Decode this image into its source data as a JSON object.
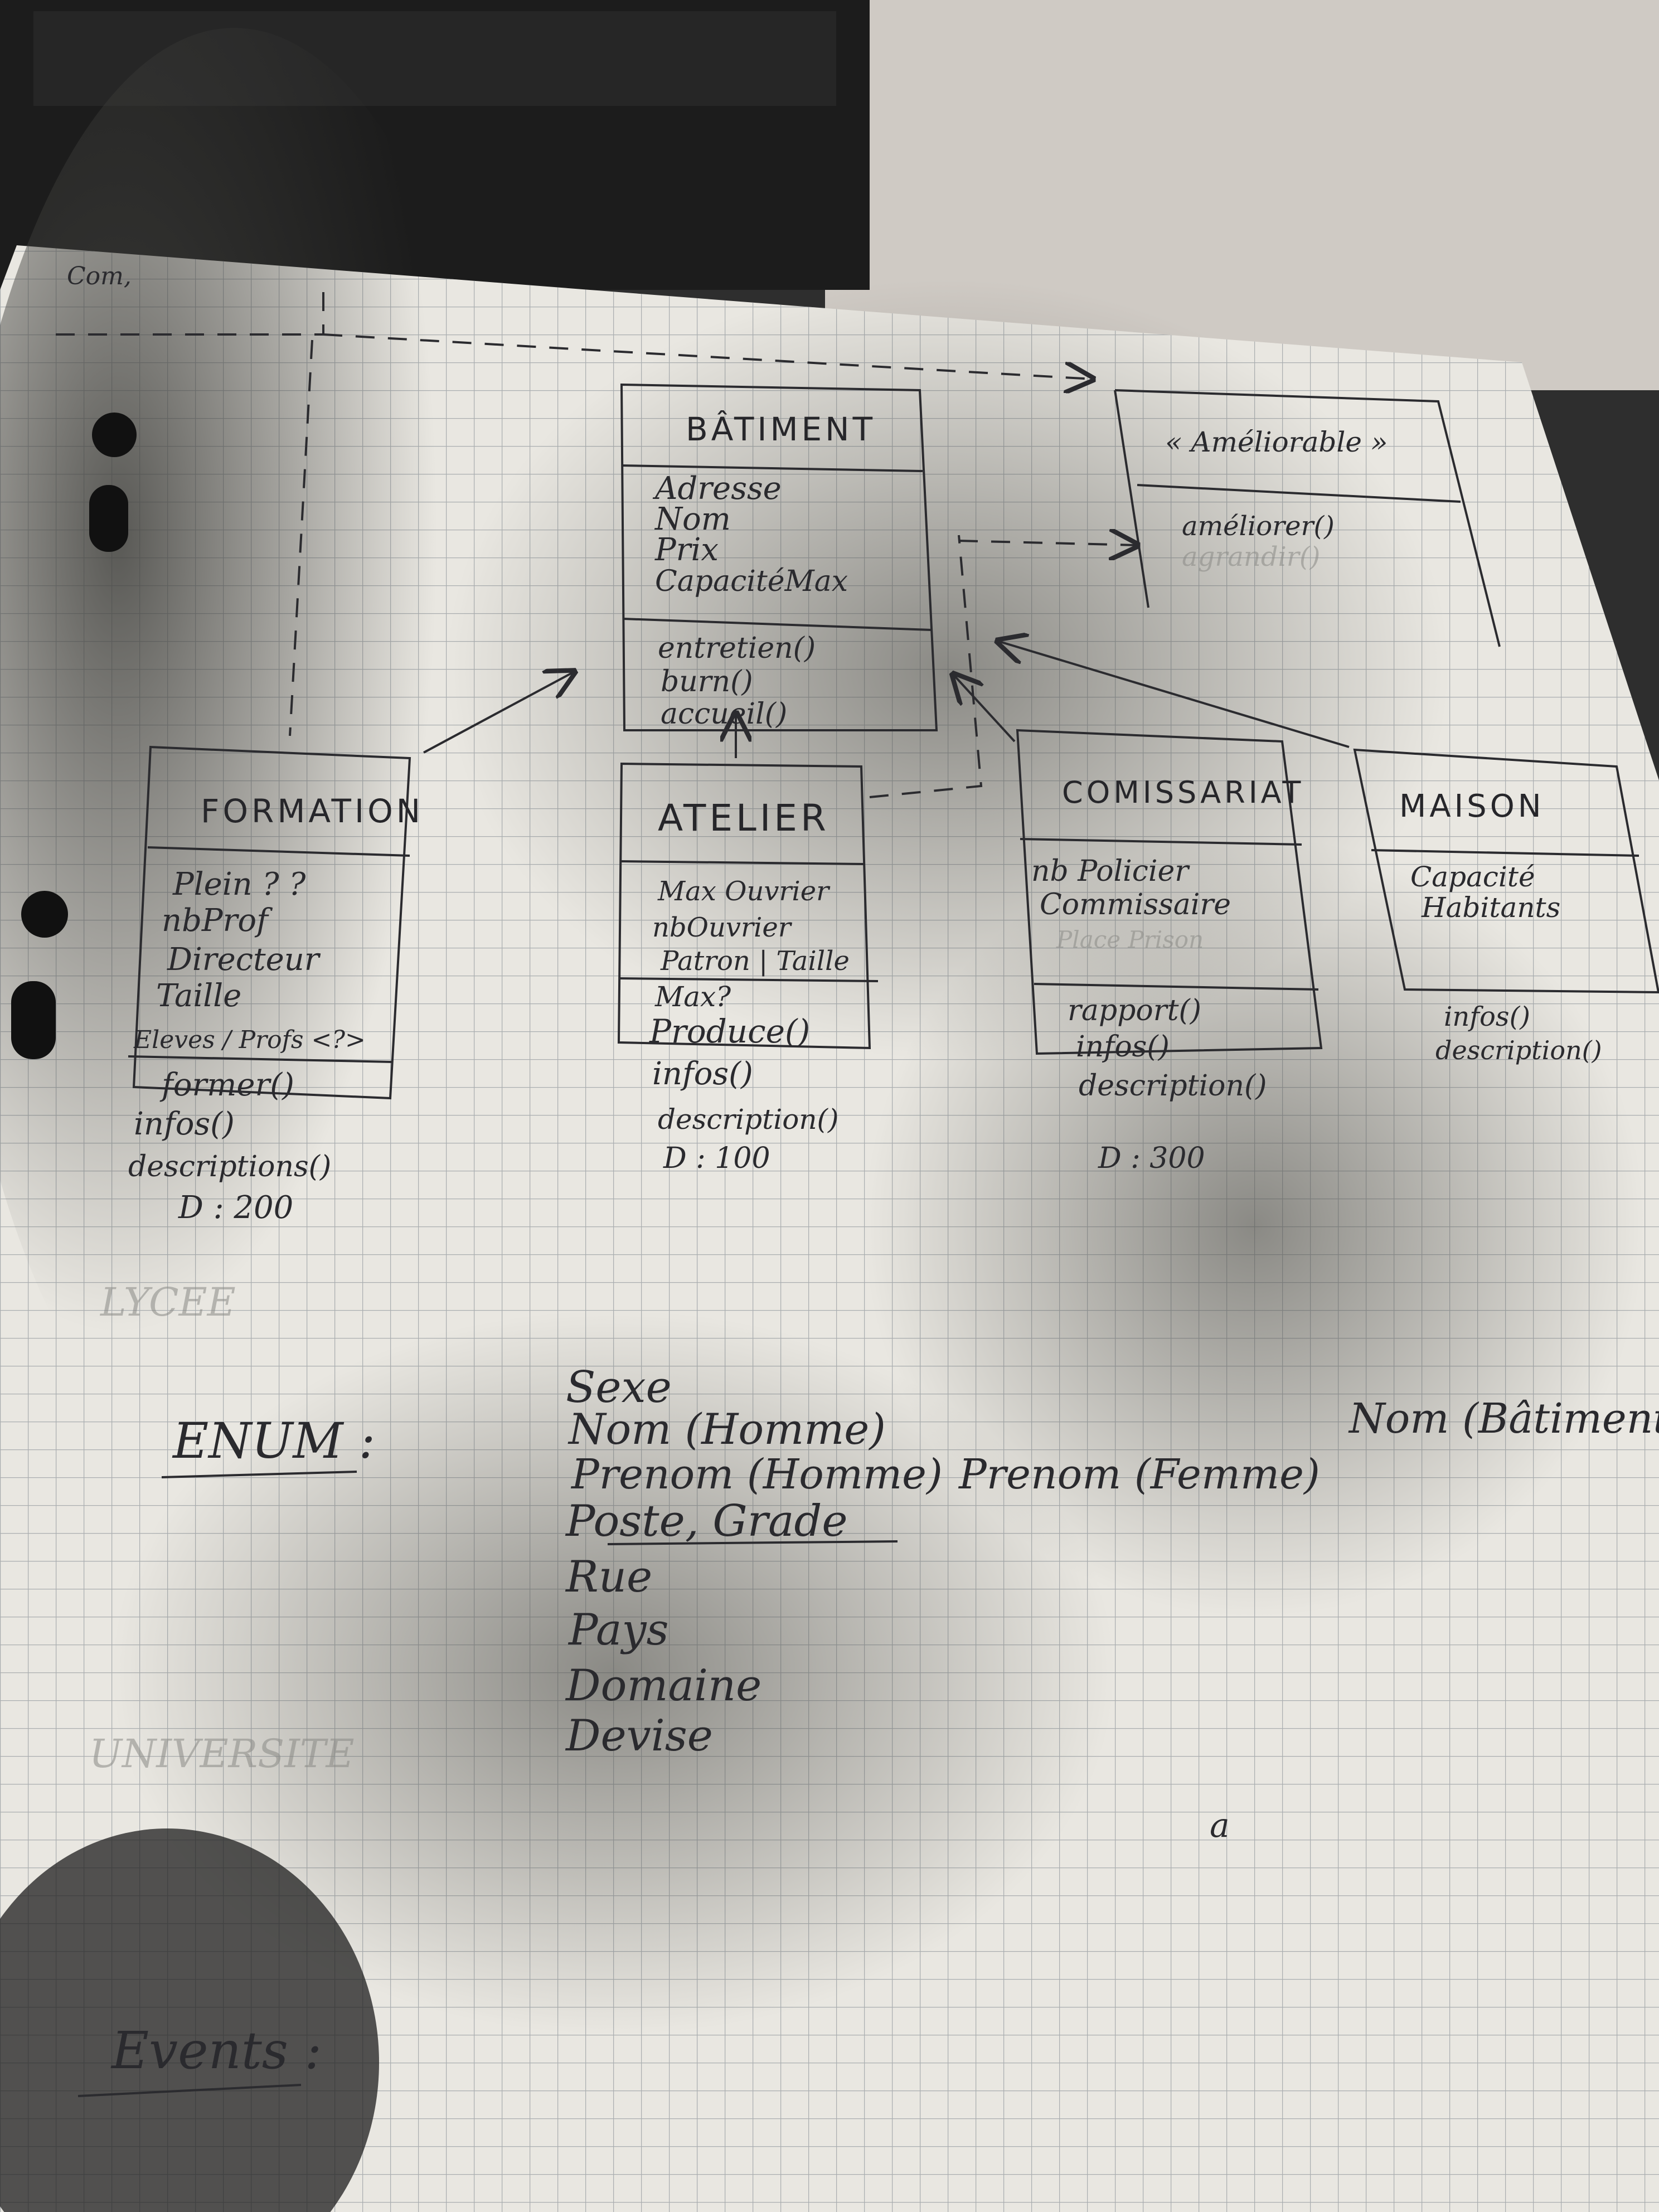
{
  "page_corner_note": "Com,",
  "classes": {
    "batiment": {
      "name": "BÂTIMENT",
      "attributes": [
        "Adresse",
        "Nom",
        "Prix",
        "CapacitéMax"
      ],
      "methods": [
        "entretien()",
        "burn()",
        "accueil()"
      ]
    },
    "ameliorable": {
      "name": "« Améliorable »",
      "methods": [
        "améliorer()",
        "agrandir()"
      ]
    },
    "formation": {
      "name": "FORMATION",
      "attributes": [
        "Plein ? ?",
        "nbProf",
        "Directeur",
        "Taille",
        "Eleves / Profs <?>"
      ],
      "methods": [
        "former()",
        "infos()",
        "descriptions()"
      ],
      "note": "D : 200"
    },
    "atelier": {
      "name": "ATELIER",
      "attributes": [
        "Max Ouvrier",
        "nbOuvrier",
        "Patron | Taille"
      ],
      "methods": [
        "Max?",
        "Produce()",
        "infos()",
        "description()"
      ],
      "note": "D : 100"
    },
    "commissariat": {
      "name": "COMISSARIAT",
      "attributes": [
        "nb Policier",
        "Commissaire"
      ],
      "faded_attribute": "Place Prison",
      "methods": [
        "rapport()",
        "infos()",
        "description()"
      ],
      "note": "D : 300"
    },
    "maison": {
      "name": "MAISON",
      "attributes": [
        "Capacité",
        "Habitants"
      ],
      "methods": [
        "infos()",
        "description()"
      ]
    }
  },
  "faded_labels": {
    "lycee": "LYCEE",
    "universite": "UNIVERSITE"
  },
  "enum_section": {
    "heading": "ENUM :",
    "items": [
      "Sexe",
      "Nom (Homme)",
      "Prenom (Homme)",
      "Poste, Grade",
      "Rue",
      "Pays",
      "Domaine",
      "Devise"
    ],
    "extra_prenom": "Prenom (Femme)",
    "extra_nom": "Nom (Bâtiment)",
    "stray_mark": "a"
  },
  "events_section": {
    "heading": "Events :"
  },
  "colors": {
    "paper": "#e9e7e1",
    "grid": "#9aa0a4",
    "ink": "#2a2a2e",
    "shadow": "#5c5c58"
  }
}
